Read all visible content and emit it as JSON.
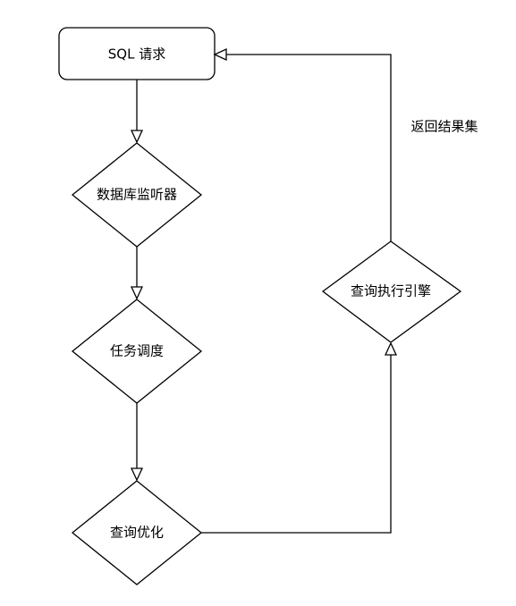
{
  "diagram": {
    "nodes": {
      "sql_request": {
        "label": "SQL 请求"
      },
      "db_listener": {
        "label": "数据库监听器"
      },
      "task_scheduler": {
        "label": "任务调度"
      },
      "query_optimizer": {
        "label": "查询优化"
      },
      "query_engine": {
        "label": "查询执行引擎"
      }
    },
    "edges": {
      "return_result": {
        "label": "返回结果集"
      }
    }
  }
}
